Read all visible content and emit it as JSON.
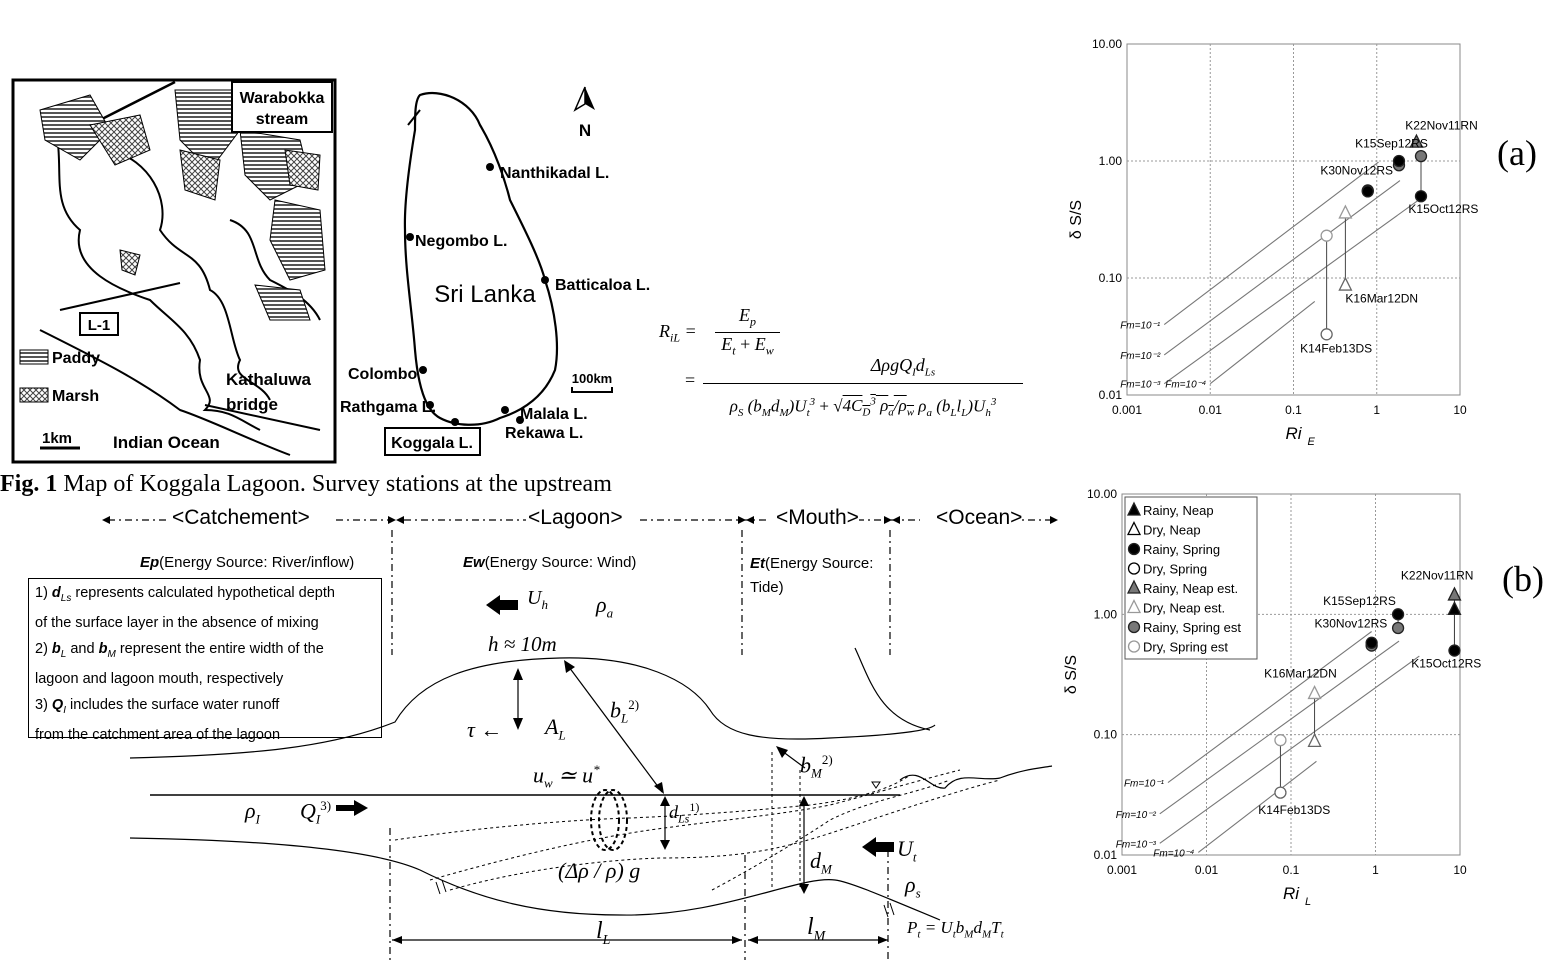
{
  "fig1": {
    "caption_bold": "Fig. 1",
    "caption_text": "Map of Koggala Lagoon. Survey stations at the upstream",
    "inset": {
      "warabokka": [
        "Warabokka",
        "stream"
      ],
      "station": "L-1",
      "kathaluwa": [
        "Kathaluwa",
        "bridge"
      ],
      "ocean": "Indian Ocean",
      "scale": "1km",
      "legend": [
        {
          "label": "Paddy",
          "pattern": "hatch"
        },
        {
          "label": "Marsh",
          "pattern": "dots"
        }
      ]
    },
    "island": {
      "name": "Sri Lanka",
      "north": "N",
      "scale": "100km",
      "places": [
        "Nanthikadal L.",
        "Negombo L.",
        "Batticaloa L.",
        "Colombo",
        "Rathgama L.",
        "Malala L.",
        "Rekawa L.",
        "Koggala L."
      ]
    }
  },
  "equation": {
    "lhs": "R",
    "lhs_sub": "iL",
    "num1": "E",
    "num1_sub": "p",
    "den1": "E",
    "den1_sub_t": "t",
    "den1_plus": "+",
    "den1_sub_w": "w",
    "num2": "ΔρgQ",
    "num2_rest": "d",
    "den2_a": "ρ",
    "den2_b": "(b",
    "den2_c": "d",
    "den2_d": ")U",
    "den2_e": "+",
    "den2_f": "4C",
    "den2_g": "ρ",
    "den2_h": "(b",
    "den2_i": ")U"
  },
  "diagram": {
    "zones": [
      "<Catchement>",
      "<Lagoon>",
      "<Mouth>",
      "<Ocean>"
    ],
    "sources": [
      {
        "key": "Ep",
        "text": "(Energy Source: River/inflow)"
      },
      {
        "key": "Ew",
        "text": "(Energy Source: Wind)"
      },
      {
        "key": "Et",
        "text": "(Energy Source:",
        "text2": "Tide)"
      }
    ],
    "notes": [
      [
        "1) ",
        "d",
        "Ls",
        " represents calculated hypothetical depth"
      ],
      [
        "of the surface layer in the absence of mixing"
      ],
      [
        "2) ",
        "b",
        "L",
        " and ",
        "b",
        "M",
        " represent the entire width of the"
      ],
      [
        "lagoon and lagoon mouth, respectively"
      ],
      [
        "3) ",
        "Q",
        "I",
        " includes the surface water runoff"
      ],
      [
        "from the catchment area of the lagoon"
      ]
    ],
    "labels": {
      "Uh": "U",
      "Uh_sub": "h",
      "rho_a": "ρ",
      "rho_a_sub": "a",
      "h10": "h ≈ 10m",
      "bL": "b",
      "bL_sub": "L",
      "bL_sup": "2)",
      "tau": "τ ←",
      "AL": "A",
      "AL_sub": "L",
      "uw": "u",
      "uw_sub": "w",
      "uw_eq": "≃ u",
      "uw_sup": "*",
      "bM": "b",
      "bM_sub": "M",
      "bM_sup": "2)",
      "rhoI": "ρ",
      "rhoI_sub": "I",
      "QI": "Q",
      "QI_sub": "I",
      "QI_sup": "3)",
      "dLs": "d",
      "dLs_sub": "Ls",
      "dLs_sup": "1)",
      "drho": "(Δρ / ρ) g",
      "dM": "d",
      "dM_sub": "M",
      "Ut": "U",
      "Ut_sub": "t",
      "rhos": "ρ",
      "rhos_sub": "s",
      "lL": "l",
      "lL_sub": "L",
      "lM": "l",
      "lM_sub": "M",
      "Pt": "P",
      "Pt_sub": "t",
      "Pt_rest": " = U"
    }
  },
  "chart_data": [
    {
      "panel": "(a)",
      "type": "scatter",
      "xscale": "log",
      "yscale": "log",
      "xlim": [
        0.001,
        10
      ],
      "ylim": [
        0.01,
        10
      ],
      "xticks": [
        "0.001",
        "0.01",
        "0.1",
        "1",
        "10"
      ],
      "yticks": [
        "0.01",
        "0.10",
        "1.00",
        "10.00"
      ],
      "xlabel": "Ri",
      "xlabel_sub": "E",
      "ylabel": "δ S/S",
      "grid": true,
      "fm_lines": [
        {
          "label": "Fm=10⁻¹",
          "x": [
            0.0028,
            1.05
          ],
          "y": [
            0.04,
            0.98
          ]
        },
        {
          "label": "Fm=10⁻²",
          "x": [
            0.0028,
            1.9
          ],
          "y": [
            0.022,
            0.68
          ]
        },
        {
          "label": "Fm=10⁻³",
          "x": [
            0.0028,
            3.4
          ],
          "y": [
            0.0125,
            0.48
          ]
        },
        {
          "label": "Fm=10⁻⁴",
          "x": [
            0.01,
            0.18
          ],
          "y": [
            0.0125,
            0.063
          ]
        }
      ],
      "points": [
        {
          "x": 0.25,
          "y": 0.23,
          "marker": "circle-open",
          "color": "#999999"
        },
        {
          "x": 0.25,
          "y": 0.033,
          "marker": "circle-open",
          "color": "#666666"
        },
        {
          "x": 0.42,
          "y": 0.36,
          "marker": "triangle-open",
          "color": "#999999"
        },
        {
          "x": 0.42,
          "y": 0.087,
          "marker": "triangle-open",
          "color": "#666666"
        },
        {
          "x": 0.78,
          "y": 0.56,
          "marker": "circle",
          "color": "#777777"
        },
        {
          "x": 0.78,
          "y": 0.55,
          "marker": "circle",
          "color": "#000000"
        },
        {
          "x": 1.85,
          "y": 0.92,
          "marker": "circle",
          "color": "#777777"
        },
        {
          "x": 1.85,
          "y": 1.0,
          "marker": "circle",
          "color": "#000000"
        },
        {
          "x": 3.4,
          "y": 1.1,
          "marker": "circle",
          "color": "#777777"
        },
        {
          "x": 3.4,
          "y": 0.5,
          "marker": "circle",
          "color": "#000000"
        },
        {
          "x": 3.0,
          "y": 1.45,
          "marker": "triangle",
          "color": "#777777"
        }
      ],
      "annotations": [
        {
          "text": "K22Nov11RN",
          "x": 2.2,
          "y": 1.85
        },
        {
          "text": "K15Sep12RS",
          "x": 0.55,
          "y": 1.3
        },
        {
          "text": "K30Nov12RS",
          "x": 0.21,
          "y": 0.77
        },
        {
          "text": "K15Oct12RS",
          "x": 2.4,
          "y": 0.36
        },
        {
          "text": "K16Mar12DN",
          "x": 0.42,
          "y": 0.062
        },
        {
          "text": "K14Feb13DS",
          "x": 0.12,
          "y": 0.023
        }
      ]
    },
    {
      "panel": "(b)",
      "type": "scatter",
      "xscale": "log",
      "yscale": "log",
      "xlim": [
        0.001,
        10
      ],
      "ylim": [
        0.01,
        10
      ],
      "xticks": [
        "0.001",
        "0.01",
        "0.1",
        "1",
        "10"
      ],
      "yticks": [
        "0.01",
        "0.10",
        "1.00",
        "10.00"
      ],
      "xlabel": "Ri",
      "xlabel_sub": "L",
      "ylabel": "δ S/S",
      "grid": true,
      "legend_position": "top-left",
      "legend": [
        {
          "label": "Rainy, Neap",
          "marker": "triangle",
          "color": "#000000"
        },
        {
          "label": "Dry, Neap",
          "marker": "triangle-open",
          "color": "#000000"
        },
        {
          "label": "Rainy, Spring",
          "marker": "circle",
          "color": "#000000"
        },
        {
          "label": "Dry, Spring",
          "marker": "circle-open",
          "color": "#000000"
        },
        {
          "label": "Rainy, Neap est.",
          "marker": "triangle",
          "color": "#777777"
        },
        {
          "label": "Dry, Neap est.",
          "marker": "triangle-open",
          "color": "#999999"
        },
        {
          "label": "Rainy, Spring est",
          "marker": "circle",
          "color": "#777777"
        },
        {
          "label": "Dry, Spring est",
          "marker": "circle-open",
          "color": "#999999"
        }
      ],
      "fm_lines": [
        {
          "label": "Fm=10⁻¹",
          "x": [
            0.0035,
            0.9
          ],
          "y": [
            0.04,
            0.72
          ]
        },
        {
          "label": "Fm=10⁻²",
          "x": [
            0.0028,
            1.9
          ],
          "y": [
            0.022,
            0.6
          ]
        },
        {
          "label": "Fm=10⁻³",
          "x": [
            0.0028,
            3.3
          ],
          "y": [
            0.0125,
            0.45
          ]
        },
        {
          "label": "Fm=10⁻⁴",
          "x": [
            0.008,
            0.2
          ],
          "y": [
            0.0105,
            0.06
          ]
        }
      ],
      "points": [
        {
          "x": 0.075,
          "y": 0.09,
          "marker": "circle-open",
          "color": "#999999"
        },
        {
          "x": 0.075,
          "y": 0.033,
          "marker": "circle-open",
          "color": "#666666"
        },
        {
          "x": 0.19,
          "y": 0.22,
          "marker": "triangle-open",
          "color": "#999999"
        },
        {
          "x": 0.19,
          "y": 0.088,
          "marker": "triangle-open",
          "color": "#666666"
        },
        {
          "x": 0.9,
          "y": 0.55,
          "marker": "circle",
          "color": "#777777"
        },
        {
          "x": 0.9,
          "y": 0.58,
          "marker": "circle",
          "color": "#000000"
        },
        {
          "x": 1.85,
          "y": 0.77,
          "marker": "circle",
          "color": "#777777"
        },
        {
          "x": 1.85,
          "y": 1.0,
          "marker": "circle",
          "color": "#000000"
        },
        {
          "x": 8.6,
          "y": 1.45,
          "marker": "triangle",
          "color": "#777777"
        },
        {
          "x": 8.6,
          "y": 1.1,
          "marker": "triangle",
          "color": "#000000"
        },
        {
          "x": 8.6,
          "y": 0.5,
          "marker": "circle",
          "color": "#000000"
        }
      ],
      "annotations": [
        {
          "text": "K22Nov11RN",
          "x": 2.0,
          "y": 1.95
        },
        {
          "text": "K15Sep12RS",
          "x": 0.24,
          "y": 1.2
        },
        {
          "text": "K30Nov12RS",
          "x": 0.19,
          "y": 0.78
        },
        {
          "text": "K15Oct12RS",
          "x": 2.65,
          "y": 0.36
        },
        {
          "text": "K16Mar12DN",
          "x": 0.048,
          "y": 0.3
        },
        {
          "text": "K14Feb13DS",
          "x": 0.041,
          "y": 0.022
        }
      ]
    }
  ]
}
